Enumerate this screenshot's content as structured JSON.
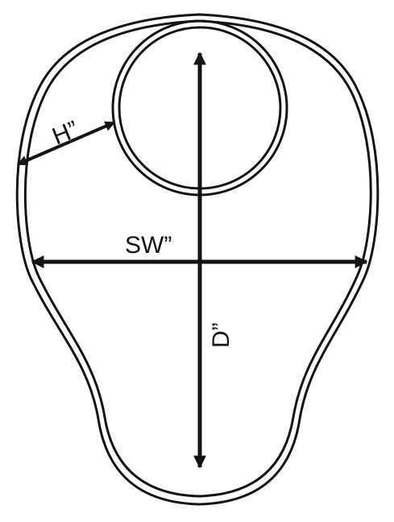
{
  "diagram": {
    "labels": {
      "head_depth": "H”",
      "seat_width": "SW”",
      "depth": "D”"
    },
    "colors": {
      "line": "#141414",
      "background": "#ffffff"
    }
  }
}
